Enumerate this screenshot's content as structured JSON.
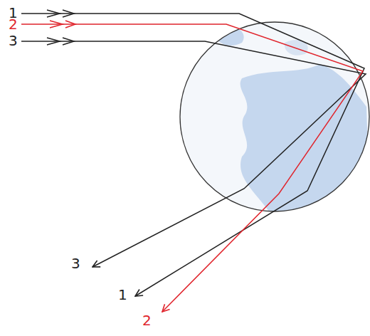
{
  "diagram": {
    "labels": [
      "1",
      "2",
      "3",
      "3",
      "1",
      "2"
    ]
  }
}
